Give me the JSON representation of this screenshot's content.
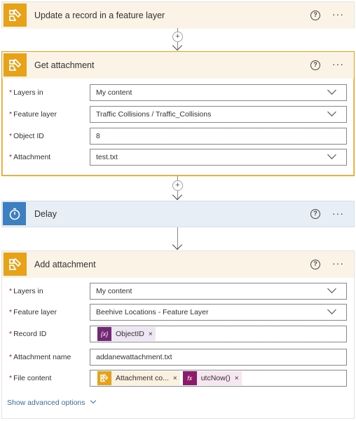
{
  "cards": {
    "update": {
      "title": "Update a record in a feature layer"
    },
    "get": {
      "title": "Get attachment",
      "fields": [
        {
          "label": "Layers in",
          "value": "My content",
          "dropdown": true
        },
        {
          "label": "Feature layer",
          "value": "Traffic Collisions / Traffic_Collisions",
          "dropdown": true
        },
        {
          "label": "Object ID",
          "value": "8",
          "dropdown": false
        },
        {
          "label": "Attachment",
          "value": "test.txt",
          "dropdown": true
        }
      ]
    },
    "delay": {
      "title": "Delay"
    },
    "add": {
      "title": "Add attachment",
      "fields": [
        {
          "label": "Layers in",
          "value": "My content",
          "dropdown": true
        },
        {
          "label": "Feature layer",
          "value": "Beehive Locations - Feature Layer",
          "dropdown": true
        },
        {
          "label": "Record ID",
          "token": "ObjectID"
        },
        {
          "label": "Attachment name",
          "value": "addanewattachment.txt",
          "dropdown": false
        },
        {
          "label": "File content",
          "token1": "Attachment co...",
          "token2": "utcNow()"
        }
      ],
      "advanced": "Show advanced options"
    }
  },
  "required_mark": "*",
  "help_glyph": "?",
  "more_glyph": "···",
  "plus_glyph": "+",
  "token_close": "×",
  "expr_token_glyph": "{x}",
  "fx_glyph": "fx",
  "colors": {
    "accent_orange": "#e8a21a",
    "delay_blue": "#3e7fc1",
    "link_blue": "#3a6ea5"
  }
}
